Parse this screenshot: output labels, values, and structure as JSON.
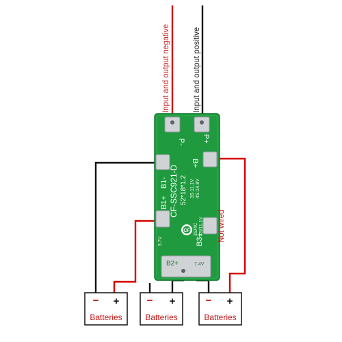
{
  "leads": {
    "negative_label": "Input and output negative",
    "positive_label": "Input and output positive"
  },
  "board": {
    "model": "CF-SSC921-D",
    "size": "52*18*1.2",
    "pad_p_minus": "P-",
    "pad_p_plus": "P+",
    "pad_b1_minus": "B1-",
    "pad_b_plus": "B+",
    "pad_b1_plus": "B1+",
    "pad_b3_plus": "B3+",
    "pad_b2_plus": "B2+",
    "spec_1": "3S:11.1V",
    "spec_2": "4S:14.8V",
    "spec_3": "3S/4C",
    "spec_4": "4S/11.1V",
    "cell_voltage_1": "3.7V",
    "cell_voltage_2": "7.4V",
    "logo": "CF"
  },
  "annotation": {
    "not_wired": "Not wired"
  },
  "batteries": [
    {
      "label": "Batteries",
      "minus": "−",
      "plus": "+"
    },
    {
      "label": "Batteries",
      "minus": "−",
      "plus": "+"
    },
    {
      "label": "Batteries",
      "minus": "−",
      "plus": "+"
    }
  ],
  "colors": {
    "pcb_green": "#1f9a3f",
    "wire_red": "#d40000",
    "wire_black": "#111111",
    "pad_silver": "#cfd3d6"
  }
}
